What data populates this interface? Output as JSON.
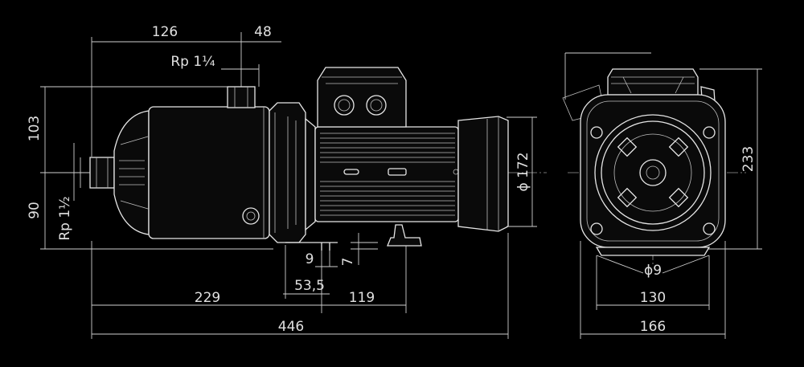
{
  "dimensions": {
    "d126": "126",
    "d48": "48",
    "rp_top": "Rp 1¼",
    "d103": "103",
    "d90": "90",
    "rp_side": "Rp 1½",
    "d172": "ϕ 172",
    "d9": "9",
    "d7": "7",
    "d53_5": "53,5",
    "d229": "229",
    "d119": "119",
    "d446": "446",
    "d233": "233",
    "dphi9": "ϕ9",
    "d130": "130",
    "d166": "166"
  },
  "colors": {
    "background": "#000000",
    "lines": "#e6e6e6"
  }
}
